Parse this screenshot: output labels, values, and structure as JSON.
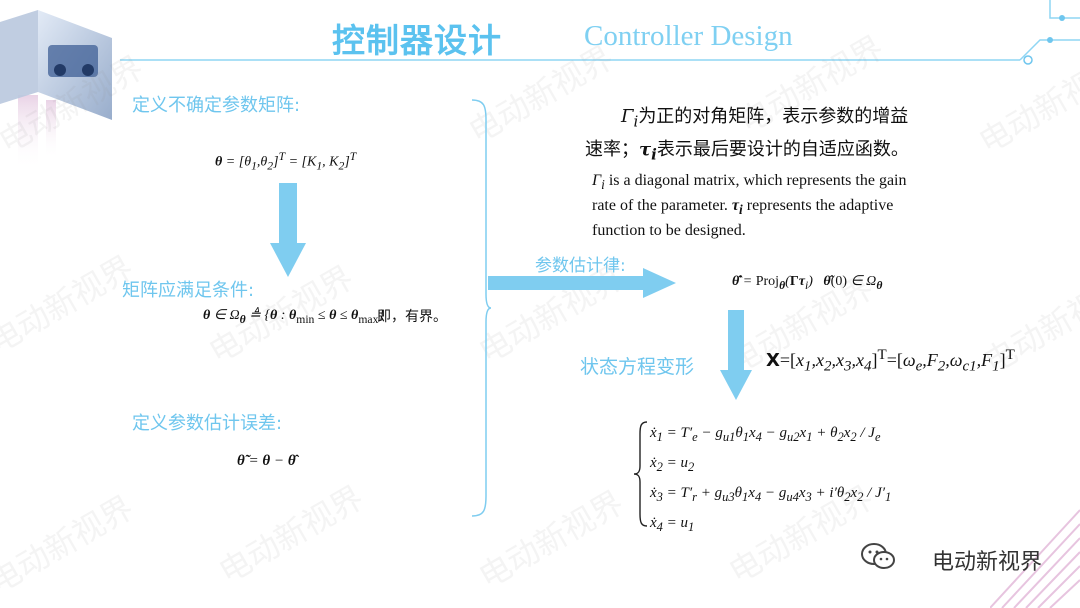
{
  "header": {
    "title_cn": "控制器设计",
    "title_en": "Controller Design"
  },
  "left": {
    "define_params_label": "定义不确定参数矩阵:",
    "matrix_condition_label": "矩阵应满足条件:",
    "condition_note": "即，有界。",
    "define_error_label": "定义参数估计误差:"
  },
  "right": {
    "desc_cn_1": "为正的对角矩阵，表示参数的增益",
    "desc_cn_2": "速率；",
    "desc_cn_3": "表示最后要设计的自适应函数。",
    "desc_en_1": " is a diagonal matrix, which represents the gain",
    "desc_en_2": "rate of the parameter. ",
    "desc_en_3": " represents the adaptive",
    "desc_en_4": "function to be designed.",
    "estimation_law_label": "参数估计律:",
    "state_transform_label": "状态方程变形"
  },
  "brand": {
    "name": "电动新视界"
  },
  "watermark": {
    "text": "电动新视界"
  },
  "colors": {
    "accent": "#5bc2ef",
    "arrow": "#7fcdf0",
    "text": "#111111"
  }
}
